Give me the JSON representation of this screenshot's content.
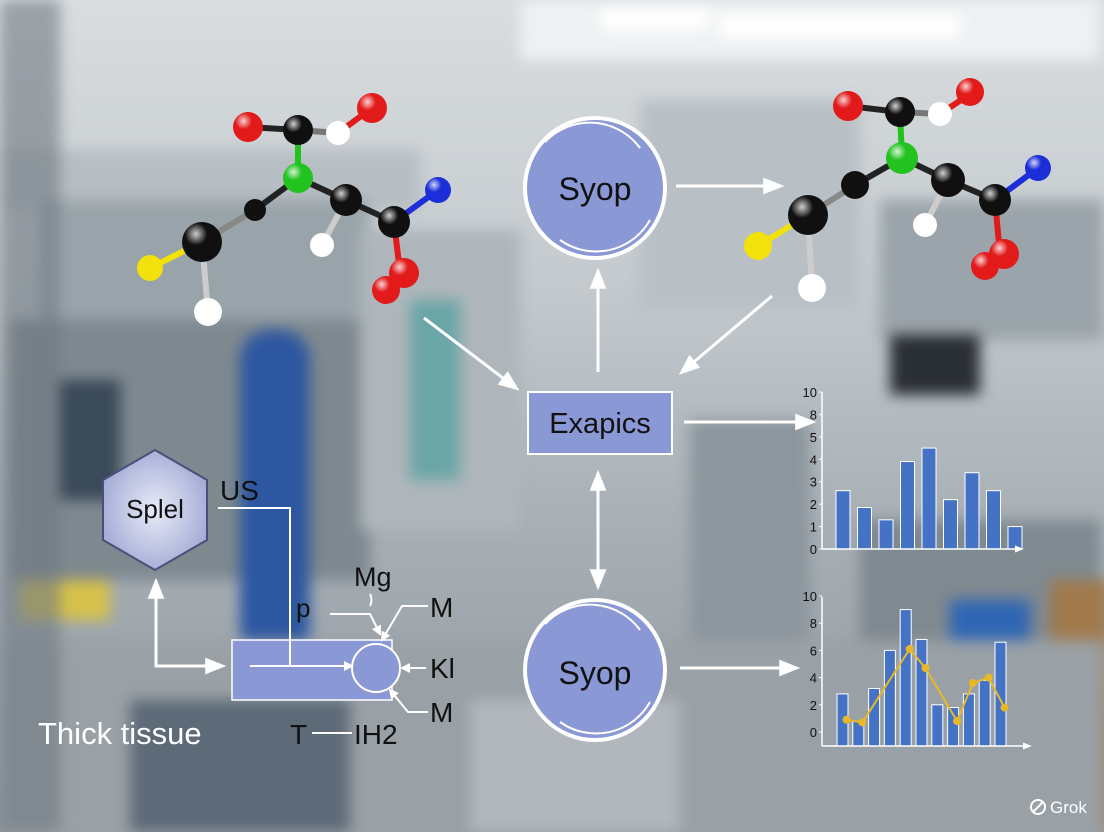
{
  "nodes": {
    "syop_top": "Syop",
    "syop_bottom": "Syop",
    "exapics": "Exapics",
    "splel": "Splel",
    "us": "US",
    "mg": "Mg",
    "p": "p",
    "m_top": "M",
    "kl": "Kl",
    "m_bottom": "M",
    "t": "T",
    "ih2": "IH2",
    "thick_tissue": "Thick tissue"
  },
  "watermark": "Grok",
  "colors": {
    "node_fill": "#8b98d6",
    "node_stroke": "#ffffff",
    "bar": "#4472c4",
    "line": "#e8b828",
    "oxygen": "#e21a1a",
    "carbon": "#101010",
    "hydrogen": "#ffffff",
    "nitrogen": "#1b2ed8",
    "sulfur": "#f2e10a",
    "center": "#22c21f"
  },
  "chart_data": [
    {
      "type": "bar",
      "yticks": [
        "0",
        "1",
        "2",
        "3",
        "4",
        "5",
        "8",
        "10"
      ],
      "values": [
        2.6,
        1.85,
        1.3,
        3.9,
        4.5,
        2.2,
        3.4,
        2.6,
        1.0
      ]
    },
    {
      "type": "bar",
      "yticks": [
        "0",
        "2",
        "4",
        "6",
        "8",
        "10"
      ],
      "values": [
        2.8,
        0.8,
        3.2,
        6.0,
        9.0,
        6.8,
        2.0,
        1.8,
        2.8,
        3.8,
        6.6
      ],
      "line": {
        "x": [
          0.6,
          1.6,
          4.6,
          5.6,
          7.6,
          8.6,
          9.6,
          10.6
        ],
        "values": [
          0.9,
          0.7,
          6.1,
          4.7,
          0.8,
          3.6,
          4.0,
          1.8
        ]
      }
    }
  ]
}
